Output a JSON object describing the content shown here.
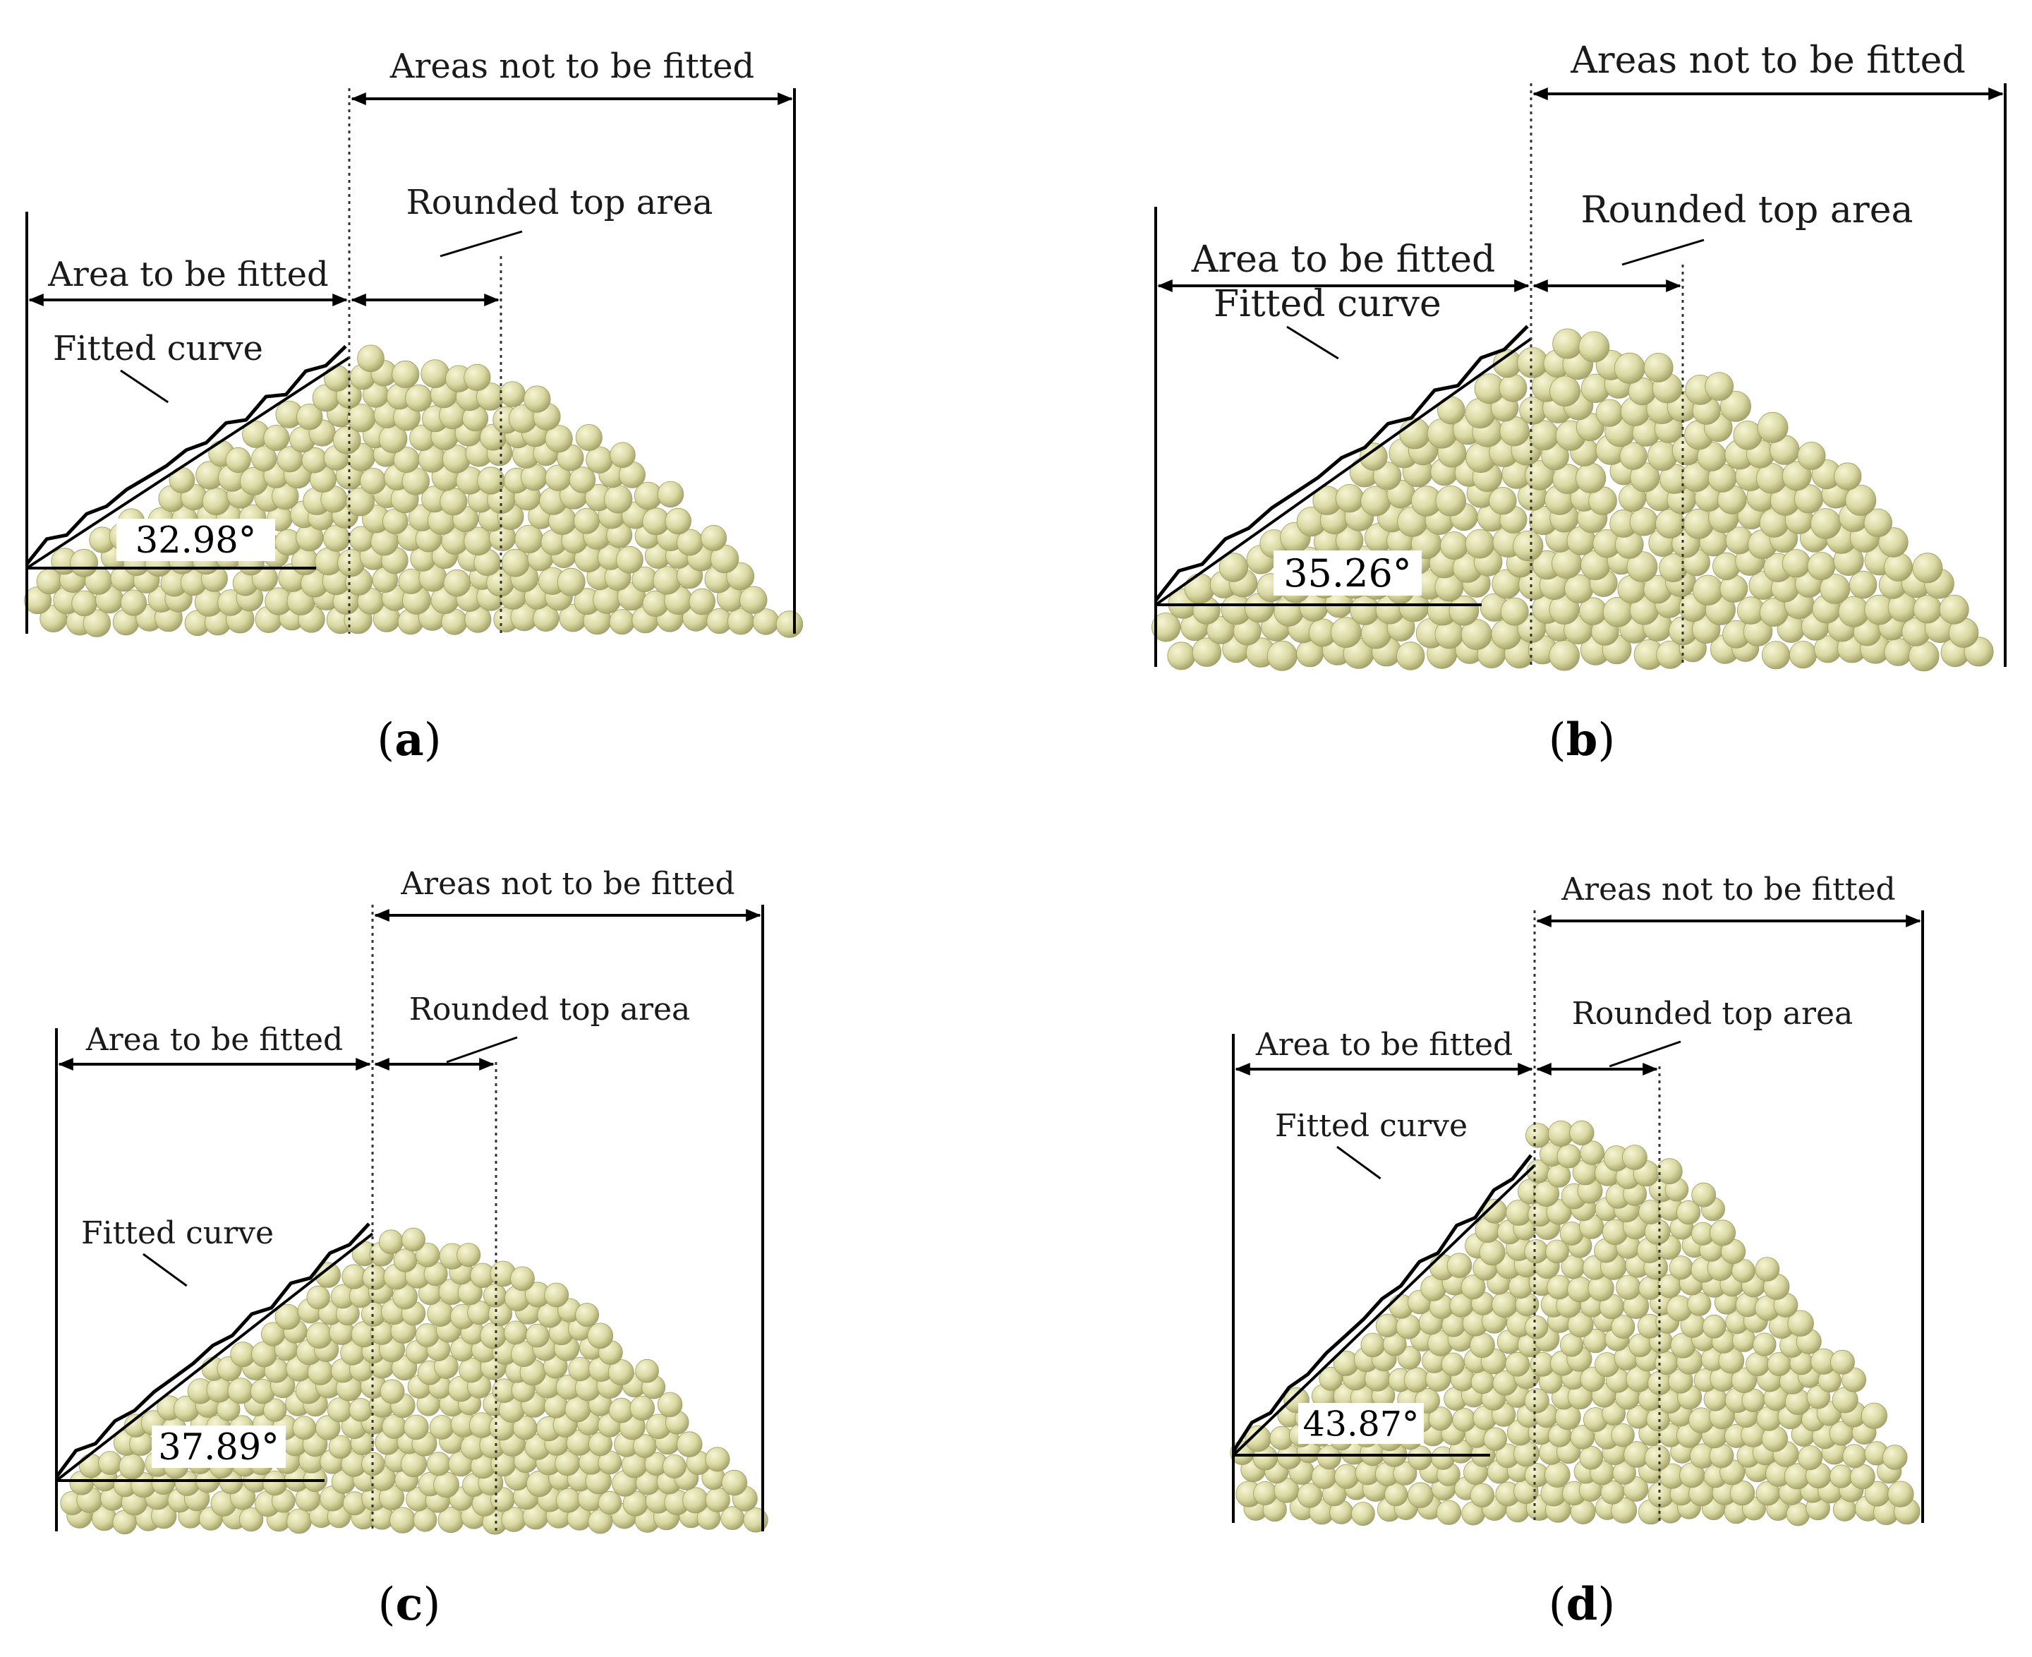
{
  "figure": {
    "colors": {
      "particle_fill": "#d9d8a2",
      "particle_shadow": "#9e9c62",
      "line": "#000000",
      "background": "#ffffff"
    },
    "panels": [
      {
        "id": "a",
        "caption_letter": "a",
        "areas_not_fitted_label": "Areas not to be fitted",
        "area_fitted_label": "Area to be fitted",
        "rounded_top_label": "Rounded top area",
        "fitted_curve_label": "Fitted curve",
        "angle_label": "32.98°",
        "angle_deg": 32.98
      },
      {
        "id": "b",
        "caption_letter": "b",
        "areas_not_fitted_label": "Areas not to be fitted",
        "area_fitted_label": "Area to be fitted",
        "rounded_top_label": "Rounded top area",
        "fitted_curve_label": "Fitted curve",
        "angle_label": "35.26°",
        "angle_deg": 35.26
      },
      {
        "id": "c",
        "caption_letter": "c",
        "areas_not_fitted_label": "Areas not to be fitted",
        "area_fitted_label": "Area to be fitted",
        "rounded_top_label": "Rounded top area",
        "fitted_curve_label": "Fitted curve",
        "angle_label": "37.89°",
        "angle_deg": 37.89
      },
      {
        "id": "d",
        "caption_letter": "d",
        "areas_not_fitted_label": "Areas not to be fitted",
        "area_fitted_label": "Area to be fitted",
        "rounded_top_label": "Rounded top area",
        "fitted_curve_label": "Fitted curve",
        "angle_label": "43.87°",
        "angle_deg": 43.87
      }
    ]
  }
}
